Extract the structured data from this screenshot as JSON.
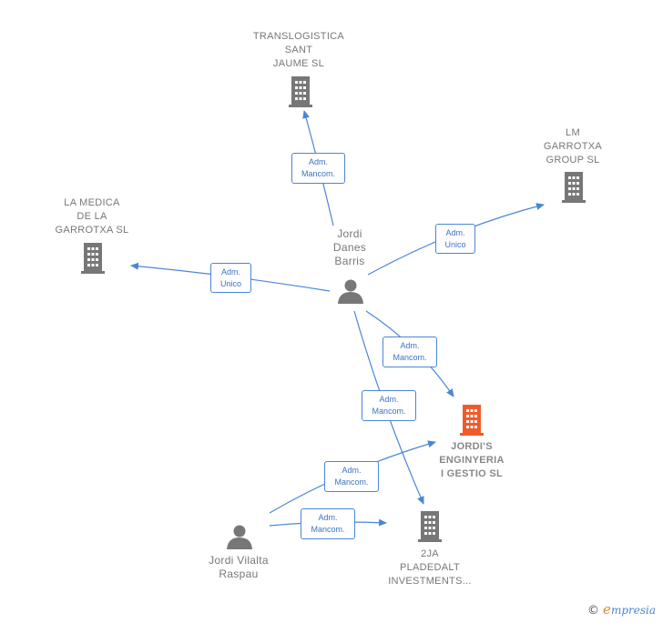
{
  "nodes": {
    "translogistica": {
      "label": "TRANSLOGISTICA\nSANT\nJAUME  SL"
    },
    "lm_garrotxa": {
      "label": "LM\nGARROTXA\nGROUP  SL"
    },
    "la_medica": {
      "label": "LA MEDICA\nDE LA\nGARROTXA  SL"
    },
    "jordi_danes": {
      "label": "Jordi\nDanes\nBarris"
    },
    "jordis_enginyeria": {
      "label": "JORDI'S\nENGINYERIA\nI GESTIO  SL"
    },
    "pladedalt": {
      "label": "2JA\nPLADEDALT\nINVESTMENTS..."
    },
    "jordi_vilalta": {
      "label": "Jordi Vilalta\nRaspau"
    }
  },
  "edges": [
    {
      "id": "e1",
      "label_line1": "Adm.",
      "label_line2": "Mancom."
    },
    {
      "id": "e2",
      "label_line1": "Adm.",
      "label_line2": "Unico"
    },
    {
      "id": "e3",
      "label_line1": "Adm.",
      "label_line2": "Unico"
    },
    {
      "id": "e4",
      "label_line1": "Adm.",
      "label_line2": "Mancom."
    },
    {
      "id": "e5",
      "label_line1": "Adm.",
      "label_line2": "Mancom."
    },
    {
      "id": "e6",
      "label_line1": "Adm.",
      "label_line2": "Mancom."
    },
    {
      "id": "e7",
      "label_line1": "Adm.",
      "label_line2": "Mancom."
    }
  ],
  "colors": {
    "company": "#777777",
    "focus_company": "#f05a2a",
    "person": "#777777",
    "edge": "#4a86d8"
  },
  "watermark": {
    "copyright": "©",
    "brand_initial": "e",
    "brand_rest": "mpresia"
  }
}
